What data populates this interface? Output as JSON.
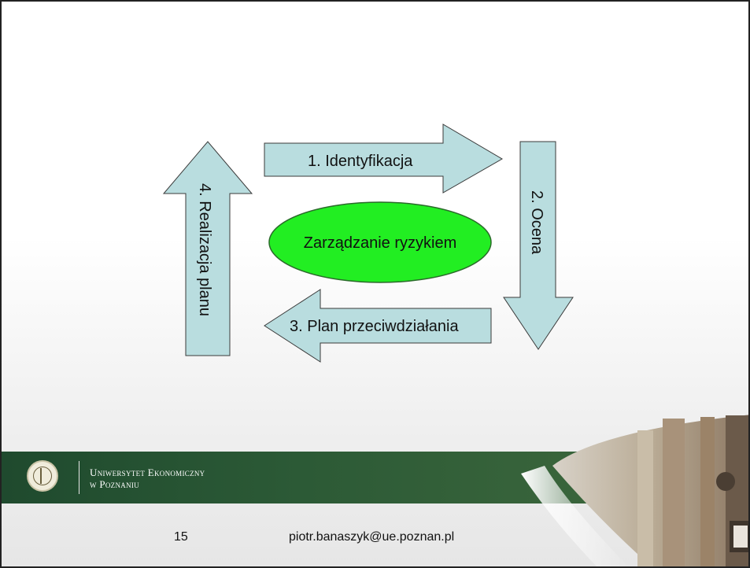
{
  "diagram": {
    "center": "Zarządzanie ryzykiem",
    "steps": [
      {
        "label": "1. Identyfikacja",
        "direction": "right"
      },
      {
        "label": "2. Ocena",
        "direction": "down"
      },
      {
        "label": "3. Plan przeciwdziałania",
        "direction": "left"
      },
      {
        "label": "4. Realizacja planu",
        "direction": "up"
      }
    ],
    "colors": {
      "arrow_fill": "#b9dddf",
      "arrow_stroke": "#3a3a3a",
      "ellipse_fill": "#22ee22",
      "ellipse_stroke": "#2a6a2a"
    }
  },
  "footer": {
    "university_line1": "Uniwersytet Ekonomiczny",
    "university_line2": "w Poznaniu",
    "page_number": "15",
    "email": "piotr.banaszyk@ue.poznan.pl",
    "band_color": "#2c5a36"
  }
}
